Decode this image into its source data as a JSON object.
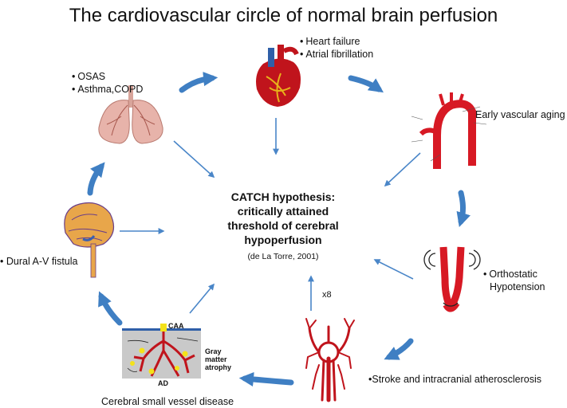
{
  "title": "The cardiovascular circle of normal brain perfusion",
  "center": {
    "line1": "CATCH hypothesis:",
    "line2": "critically attained",
    "line3": "threshold of cerebral",
    "line4": "hypoperfusion",
    "citation": "(de La Torre, 2001)"
  },
  "nodes": {
    "heart": {
      "items": [
        "Heart failure",
        "Atrial  fibrillation"
      ]
    },
    "lungs": {
      "items": [
        "OSAS",
        "Asthma,COPD"
      ]
    },
    "aorta": {
      "label": "Early vascular aging"
    },
    "orthostatic": {
      "items": [
        "Orthostatic",
        "Hypotension"
      ]
    },
    "stroke": {
      "label": "•Stroke and  intracranial atherosclerosis"
    },
    "small_vessel": {
      "label": "Cerebral small vessel disease",
      "caa": "CAA",
      "gray": [
        "Gray",
        "matter",
        "atrophy"
      ],
      "ad": "AD"
    },
    "fistula": {
      "label": "• Dural A-V fistula"
    }
  },
  "multiplier": "x8",
  "colors": {
    "cycle_arrow": "#3f7fc3",
    "inner_arrow": "#4a86c8",
    "vessel_red": "#c0141c",
    "lung_pink": "#e7b3aa"
  }
}
